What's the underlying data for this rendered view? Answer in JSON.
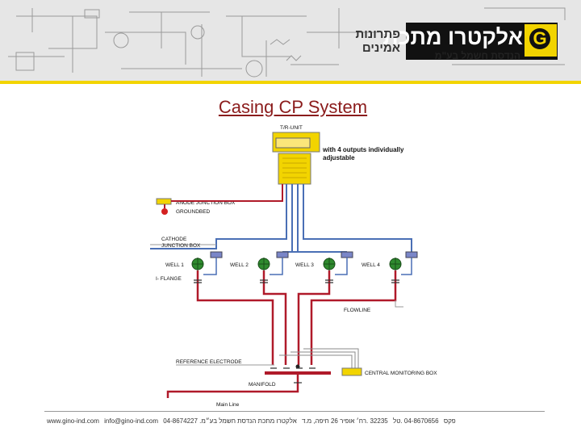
{
  "header": {
    "logo_mark": "G",
    "company_name": "אלקטרו מתכת",
    "company_sub": "הנדסת חשמל בע\"מ",
    "tagline": "פתרונות אמינים"
  },
  "slide": {
    "title": "Casing CP System"
  },
  "diagram": {
    "tr_unit": "T/R-UNIT",
    "outputs_note_line1": "with 4 outputs individually",
    "outputs_note_line2": "adjustable",
    "anode_box": "ANODE JUNCTION BOX",
    "groundbed": "GROUNDBED",
    "cathode_box_line1": "CATHODE",
    "cathode_box_line2": "JUNCTION BOX",
    "well1": "WELL 1",
    "well2": "WELL 2",
    "well3": "WELL 3",
    "well4": "WELL 4",
    "iflange": "I- FLANGE",
    "flowline": "FLOWLINE",
    "reference_electrode": "REFERENCE ELECTRODE",
    "central_monitoring": "CENTRAL MONITORING BOX",
    "manifold": "MANIFOLD",
    "main_line": "Main Line"
  },
  "footer": {
    "website": "www.gino-ind.com",
    "email": "info@gino-ind.com",
    "fax": "04-8674227 .פקס",
    "phone": "04-8670656 .טל",
    "address": "32235 .רח׳ אופיר 26 חיפה, מ.ד",
    "company": "אלקטרו מתכת הנדסת חשמל בע״מ"
  },
  "colors": {
    "accent_yellow": "#f2d400",
    "title_red": "#8b1c1c",
    "wire_red": "#b01a2a",
    "wire_blue": "#4a6fb5"
  }
}
